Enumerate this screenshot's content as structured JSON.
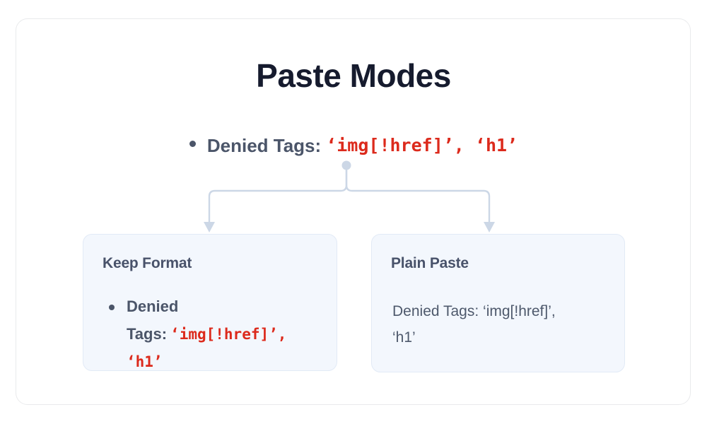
{
  "title": "Paste Modes",
  "source": {
    "bullet_icon": "bullet-dot-icon",
    "label": "Denied Tags:",
    "code": "‘img[!href]’, ‘h1’"
  },
  "connector": {
    "node_icon": "branch-node-dot-icon",
    "arrow_icon": "arrow-down-icon",
    "color": "#ccd7e6"
  },
  "cards": [
    {
      "id": "keep-format",
      "heading": "Keep Format",
      "bullet_icon": "bullet-dot-icon",
      "label": "Denied Tags:",
      "code": "‘img[!href]’, ‘h1’",
      "style": "rich",
      "text_color": "#4b5569",
      "code_color": "#dc2a1c",
      "background": "#f3f7fd"
    },
    {
      "id": "plain-paste",
      "heading": "Plain Paste",
      "body": "Denied Tags: ‘img[!href]’, ‘h1’",
      "style": "plain",
      "text_color": "#4e596c",
      "background": "#f3f7fd"
    }
  ]
}
